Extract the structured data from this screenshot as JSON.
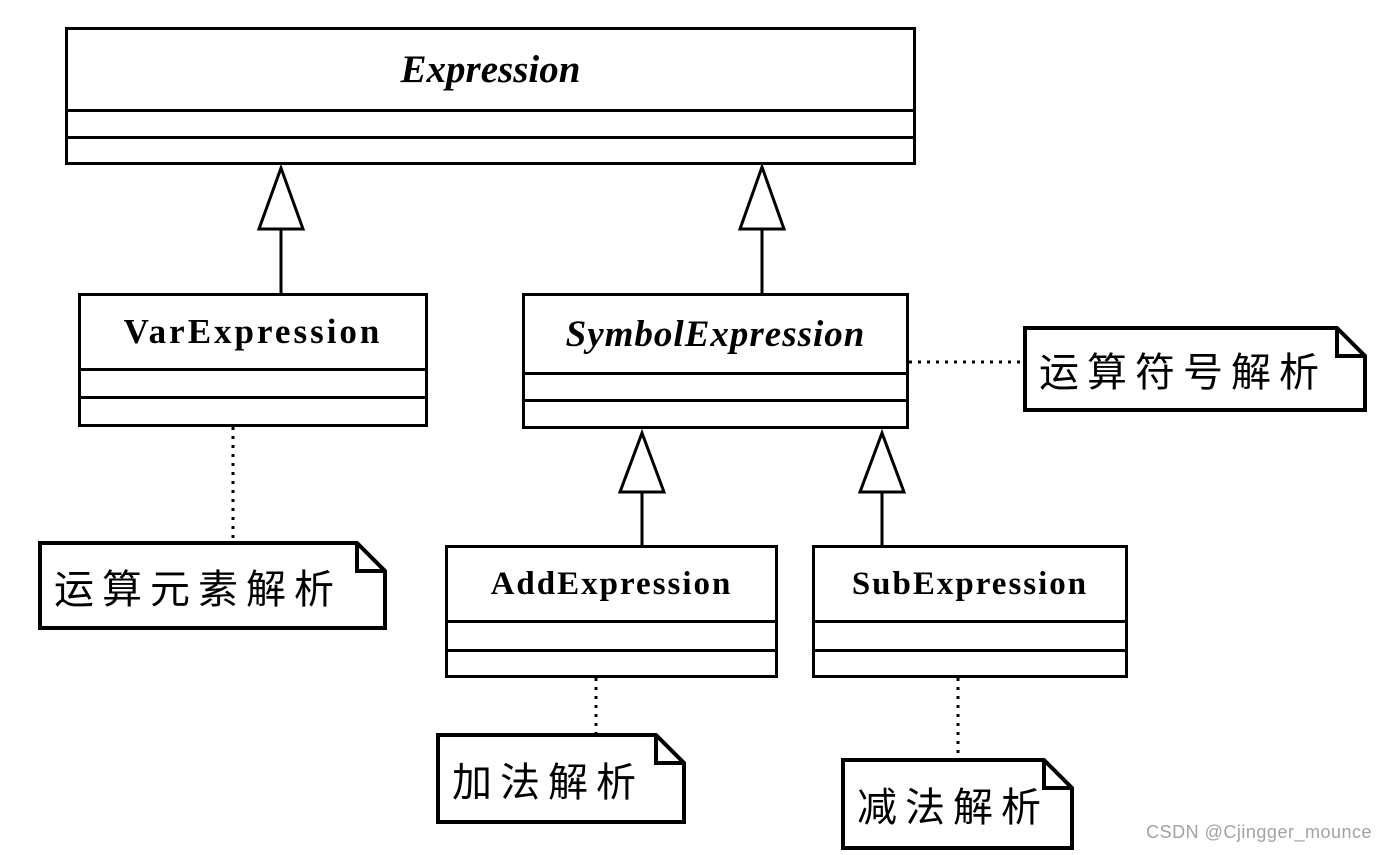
{
  "diagram_type": "uml-class-diagram",
  "classes": {
    "expression": {
      "name": "Expression",
      "abstract": true,
      "attributes": [],
      "methods": []
    },
    "var": {
      "name": "VarExpression",
      "abstract": false,
      "attributes": [],
      "methods": []
    },
    "symbol": {
      "name": "SymbolExpression",
      "abstract": true,
      "attributes": [],
      "methods": []
    },
    "add": {
      "name": "AddExpression",
      "abstract": false,
      "attributes": [],
      "methods": []
    },
    "sub": {
      "name": "SubExpression",
      "abstract": false,
      "attributes": [],
      "methods": []
    }
  },
  "notes": {
    "operand": {
      "text": "运算元素解析"
    },
    "operator": {
      "text": "运算符号解析"
    },
    "add": {
      "text": "加法解析"
    },
    "sub": {
      "text": "减法解析"
    }
  },
  "relations": [
    {
      "type": "inheritance",
      "from": "VarExpression",
      "to": "Expression"
    },
    {
      "type": "inheritance",
      "from": "SymbolExpression",
      "to": "Expression"
    },
    {
      "type": "inheritance",
      "from": "AddExpression",
      "to": "SymbolExpression"
    },
    {
      "type": "inheritance",
      "from": "SubExpression",
      "to": "SymbolExpression"
    },
    {
      "type": "note-attachment",
      "note": "运算元素解析",
      "target": "VarExpression"
    },
    {
      "type": "note-attachment",
      "note": "运算符号解析",
      "target": "SymbolExpression"
    },
    {
      "type": "note-attachment",
      "note": "加法解析",
      "target": "AddExpression"
    },
    {
      "type": "note-attachment",
      "note": "减法解析",
      "target": "SubExpression"
    }
  ],
  "colors": {
    "line": "#000000",
    "background": "#ffffff",
    "watermark_text": "#a2a2a2"
  },
  "watermark": "CSDN @Cjingger_mounce"
}
